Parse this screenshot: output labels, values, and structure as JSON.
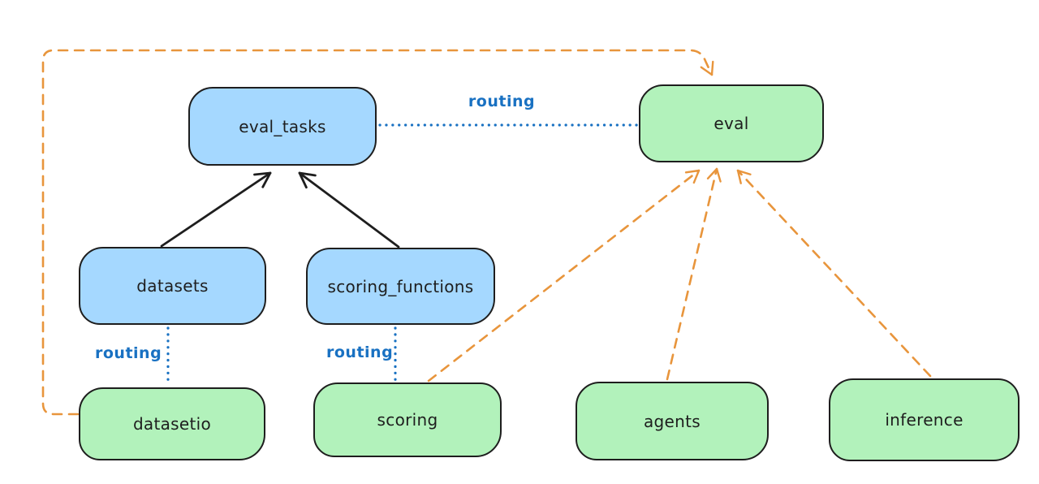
{
  "nodes": [
    {
      "id": "eval_tasks",
      "label": "eval_tasks",
      "fill": "blue"
    },
    {
      "id": "eval",
      "label": "eval",
      "fill": "green"
    },
    {
      "id": "datasets",
      "label": "datasets",
      "fill": "blue"
    },
    {
      "id": "scoring_functions",
      "label": "scoring_functions",
      "fill": "blue"
    },
    {
      "id": "datasetio",
      "label": "datasetio",
      "fill": "green"
    },
    {
      "id": "scoring",
      "label": "scoring",
      "fill": "green"
    },
    {
      "id": "agents",
      "label": "agents",
      "fill": "green"
    },
    {
      "id": "inference",
      "label": "inference",
      "fill": "green"
    }
  ],
  "edges": [
    {
      "from": "datasets",
      "to": "eval_tasks",
      "style": "solid-arrow",
      "color": "#1e1e1e"
    },
    {
      "from": "scoring_functions",
      "to": "eval_tasks",
      "style": "solid-arrow",
      "color": "#1e1e1e"
    },
    {
      "from": "eval_tasks",
      "to": "eval",
      "style": "dotted",
      "color": "#1971c2",
      "label": "routing"
    },
    {
      "from": "datasets",
      "to": "datasetio",
      "style": "dotted",
      "color": "#1971c2",
      "label": "routing"
    },
    {
      "from": "scoring_functions",
      "to": "scoring",
      "style": "dotted",
      "color": "#1971c2",
      "label": "routing"
    },
    {
      "from": "datasetio",
      "to": "eval",
      "style": "dashed-arrow",
      "color": "#e8953c"
    },
    {
      "from": "scoring",
      "to": "eval",
      "style": "dashed-arrow",
      "color": "#e8953c"
    },
    {
      "from": "agents",
      "to": "eval",
      "style": "dashed-arrow",
      "color": "#e8953c"
    },
    {
      "from": "inference",
      "to": "eval",
      "style": "dashed-arrow",
      "color": "#e8953c"
    }
  ],
  "colors": {
    "node_blue_fill": "#a5d8ff",
    "node_green_fill": "#b2f2bb",
    "node_stroke": "#1e1e1e",
    "routing_blue": "#1971c2",
    "orange_dashed": "#e8953c",
    "background": "#ffffff"
  }
}
